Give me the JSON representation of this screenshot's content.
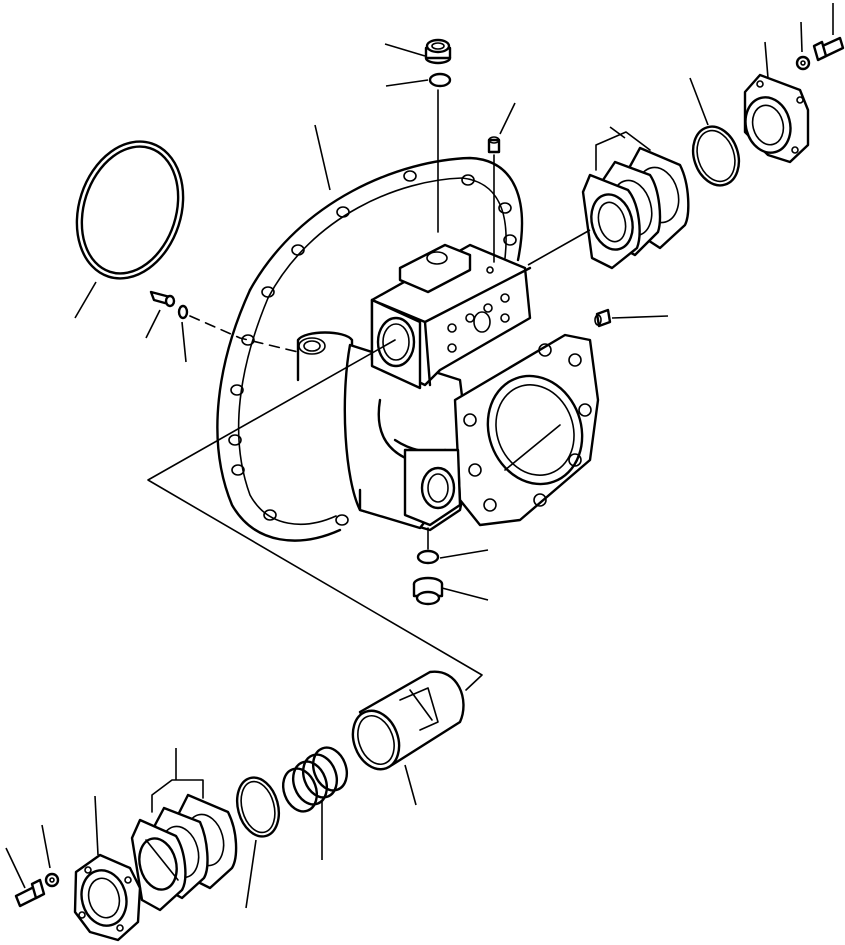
{
  "figure": {
    "kind": "exploded-parts-diagram",
    "background_color": "#ffffff",
    "line_color": "#000000",
    "parts": [
      {
        "name": "o-ring-large",
        "icon": "o-ring-icon"
      },
      {
        "name": "housing-flange",
        "icon": "flange-icon"
      },
      {
        "name": "plug-top",
        "icon": "plug-icon"
      },
      {
        "name": "o-ring-top",
        "icon": "o-ring-icon"
      },
      {
        "name": "set-screw",
        "icon": "screw-icon"
      },
      {
        "name": "gasket-set-right",
        "icon": "gasket-icon"
      },
      {
        "name": "o-ring-right",
        "icon": "o-ring-icon"
      },
      {
        "name": "end-cover-right",
        "icon": "cover-icon"
      },
      {
        "name": "washer-right",
        "icon": "washer-icon"
      },
      {
        "name": "bolt-right",
        "icon": "bolt-icon"
      },
      {
        "name": "dowel-pin",
        "icon": "pin-icon"
      },
      {
        "name": "o-ring-small",
        "icon": "o-ring-icon"
      },
      {
        "name": "side-plug",
        "icon": "plug-icon"
      },
      {
        "name": "o-ring-bottom",
        "icon": "o-ring-icon"
      },
      {
        "name": "plug-bottom",
        "icon": "plug-icon"
      },
      {
        "name": "spool-piston",
        "icon": "piston-icon"
      },
      {
        "name": "spring",
        "icon": "spring-icon"
      },
      {
        "name": "o-ring-left",
        "icon": "o-ring-icon"
      },
      {
        "name": "gasket-set-left",
        "icon": "gasket-icon"
      },
      {
        "name": "end-cover-left",
        "icon": "cover-icon"
      },
      {
        "name": "washer-left",
        "icon": "washer-icon"
      },
      {
        "name": "bolt-left",
        "icon": "bolt-icon"
      }
    ]
  }
}
